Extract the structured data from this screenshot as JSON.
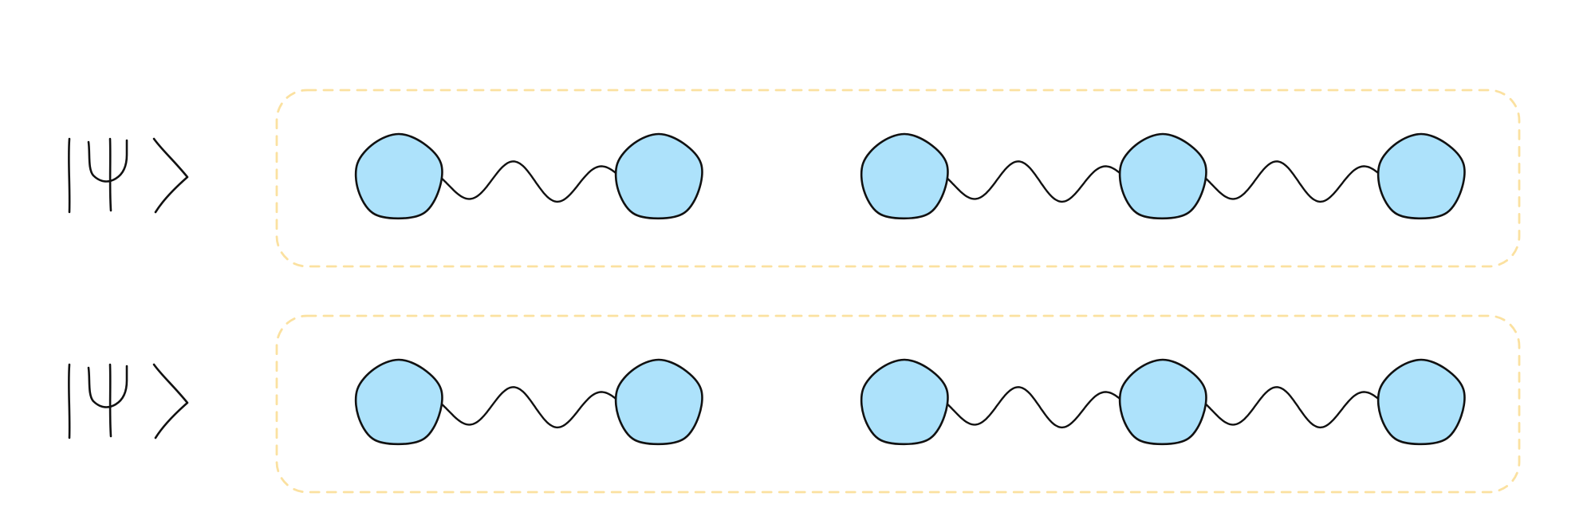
{
  "diagram": {
    "background": "#ffffff",
    "ink_color": "#111111",
    "atom_fill": "#ade2fb",
    "group_border_color": "#fbe1a0",
    "rows": [
      {
        "state_label": "|Ψ⟩",
        "left_group": {
          "atoms": 2,
          "bonds": 1
        },
        "right_group": {
          "atoms": 3,
          "bonds": 2
        }
      },
      {
        "state_label": "|Ψ⟩",
        "left_group": {
          "atoms": 2,
          "bonds": 1
        },
        "right_group": {
          "atoms": 3,
          "bonds": 2
        }
      }
    ]
  }
}
